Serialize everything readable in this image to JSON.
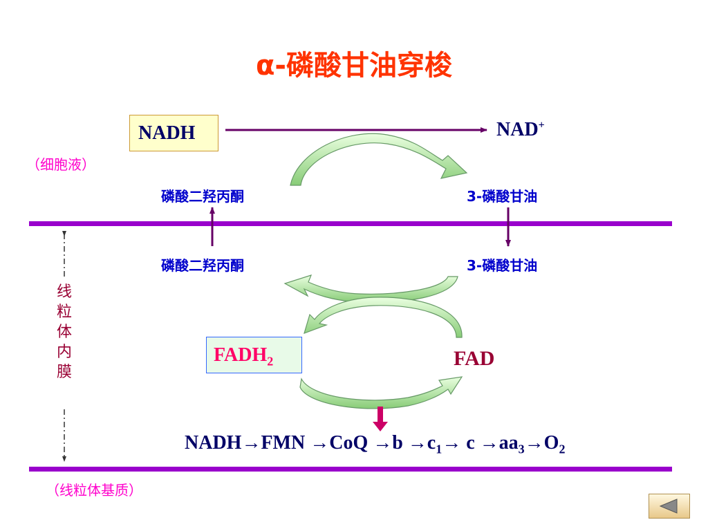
{
  "title": "α-磷酸甘油穿梭",
  "cytosol_label": "（细胞液）",
  "matrix_label": "（线粒体基质）",
  "membrane_label_chars": [
    "线",
    "粒",
    "体",
    "内",
    "膜"
  ],
  "nadh_label": "NADH",
  "nad_plus_label": "NAD",
  "nad_plus_sup": "+",
  "dhap_top": "磷酸二羟丙酮",
  "g3p_top": "3-磷酸甘油",
  "dhap_bottom": "磷酸二羟丙酮",
  "g3p_bottom": "3-磷酸甘油",
  "fadh2_label": "FADH",
  "fadh2_sub": "2",
  "fad_label": "FAD",
  "chain": {
    "nadh": "NADH",
    "fmn": "FMN ",
    "coq": "CoQ ",
    "b": "b ",
    "c1": "c",
    "c1_sub": "1",
    "c": " c ",
    "aa3": "aa",
    "aa3_sub": "3",
    "o2": "O",
    "o2_sub": "2",
    "arrow": "→"
  },
  "colors": {
    "title": "#ff3300",
    "membrane": "#9900cc",
    "reaction_arrow": "#660066",
    "curved_arrow_fill": "#99dd88",
    "curved_arrow_stroke": "#669966",
    "down_arrow": "#cc0066"
  },
  "nav": {
    "back_icon": "triangle-left-icon"
  }
}
